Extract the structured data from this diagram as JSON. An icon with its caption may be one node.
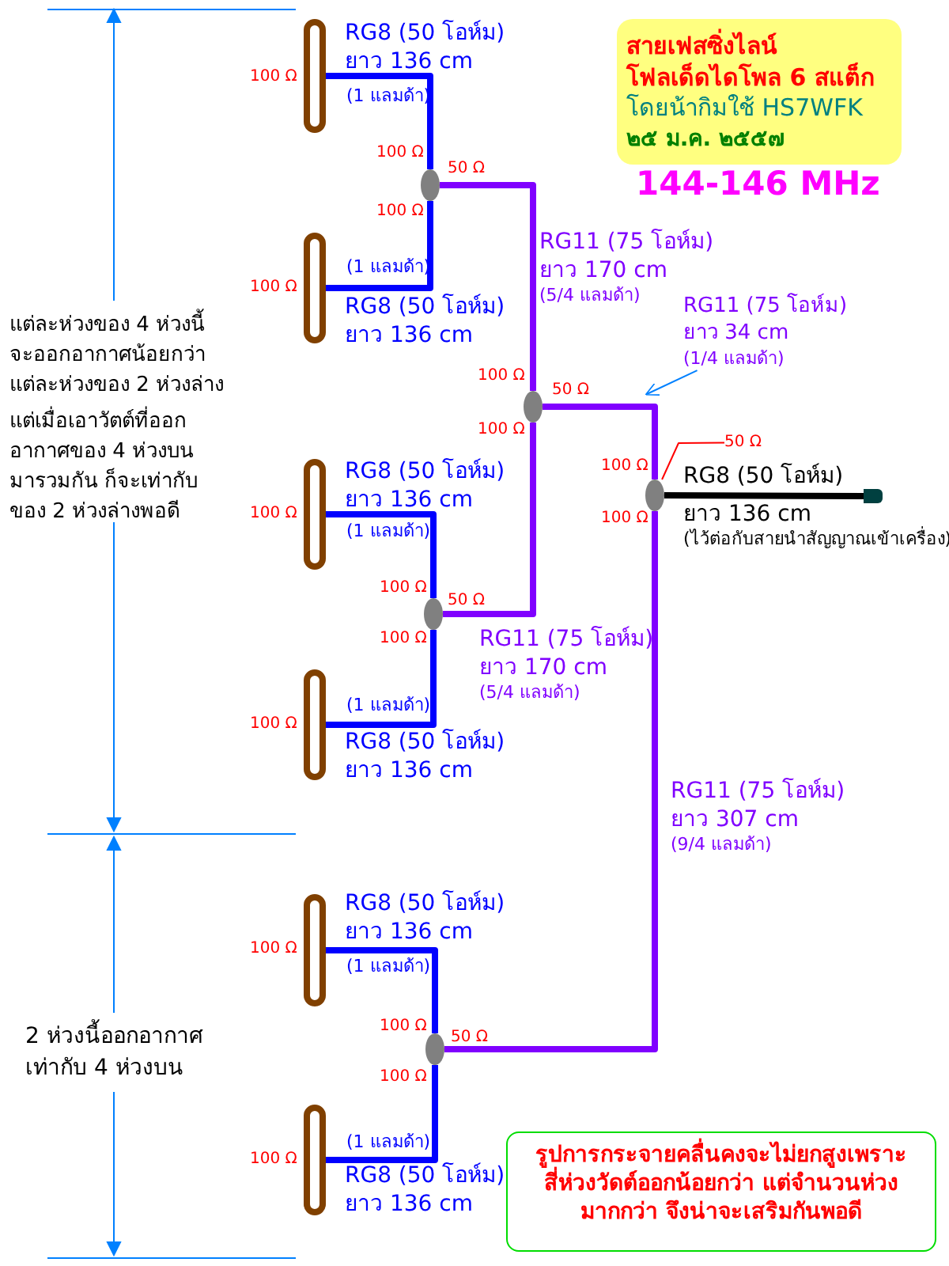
{
  "diagram": {
    "nodes": [
      {
        "text": [
          "สายเฟสซิ่งไลน์ โฟลเด็ดไดโพล 6 สแต็ก",
          "โดยน้ากิมใช้ HS7WFK",
          "๒๕ ม.ค. ๒๕๕๗"
        ]
      },
      {
        "text": [
          "รูปการกระจายคลื่นคงจะไม่ยกสูงเพราะ สี่ห่วงวัดต์ออกน้อยกว่า แต่จำนวนห่วง มากกว่า จึงน่าจะเสริมกันพอดี"
        ]
      },
      {
        "text": [],
        "shape": "bar"
      },
      {
        "text": [],
        "shape": "bar"
      },
      {
        "text": [],
        "shape": "bar"
      },
      {
        "text": [],
        "shape": "bar"
      },
      {
        "text": [],
        "shape": "bar"
      },
      {
        "text": [],
        "shape": "bar"
      },
      {
        "text": [],
        "shape": "circle"
      },
      {
        "text": [],
        "shape": "circle"
      },
      {
        "text": [],
        "shape": "circle"
      },
      {
        "text": [],
        "shape": "circle"
      },
      {
        "text": [],
        "shape": "circle"
      },
      {
        "text": [],
        "shape": "box"
      },
      {
        "text": [
          "RG11 (75 โอห์ม)",
          "ยาว 34 cm",
          "(1/4 แลมด้า)"
        ]
      },
      {
        "text": [
          "50 Ω"
        ]
      }
    ],
    "edges": [
      {
        "from": 2,
        "to": 8,
        "arrow": "none"
      },
      {
        "from": 3,
        "to": 8,
        "arrow": "none"
      },
      {
        "from": 8,
        "to": 9,
        "arrow": "none",
        "color": "#8000ff"
      },
      {
        "from": 4,
        "to": 11,
        "arrow": "none"
      },
      {
        "from": 5,
        "to": 11,
        "arrow": "none"
      },
      {
        "from": 11,
        "to": 9,
        "arrow": "none",
        "color": "#8000ff"
      },
      {
        "from": 9,
        "to": 10,
        "arrow": "none",
        "color": "#8000ff"
      },
      {
        "from": 12,
        "to": 10,
        "arrow": "none",
        "color": "#8000ff"
      },
      {
        "from": 6,
        "to": 12,
        "arrow": "none"
      },
      {
        "from": 7,
        "to": 12,
        "arrow": "none"
      },
      {
        "from": 10,
        "to": 13,
        "arrow": "none",
        "color": "#000000"
      },
      {
        "from": 14,
        "to": null,
        "arrow": "to",
        "color": "#0080ff"
      },
      {
        "from": 15,
        "to": 10,
        "arrow": "none",
        "color": "#ff0000"
      }
    ],
    "labels": [
      "RG8 (50 โอห์ม)",
      "ยาว 136 cm",
      "100 Ω",
      "(1 แลมด้า)",
      "100 Ω",
      "50 Ω",
      "144-146 MHz",
      "100 Ω",
      "RG11 (75 โอห์ม)",
      "ยาว 170 cm",
      "(5/4 แลมด้า)",
      "(1 แลมด้า)",
      "100 Ω",
      "RG8 (50 โอห์ม)",
      "ยาว 136 cm",
      "แต่ละห่วงของ 4 ห่วงนี้ จะออกอากาศน้อยกว่า แต่ละห่วงของ 2 ห่วงล่าง",
      "100 Ω",
      "50 Ω",
      "แต่เมื่อเอาวัตต์ที่ออกอากาศของ 4 ห่วงบน มารวมกัน ก็จะเท่ากับของ 2 ห่วงล่างพอดี",
      "100 Ω",
      "RG8 (50 โอห์ม)",
      "100 Ω",
      "RG8 (50 โอห์ม)",
      "ยาว 136 cm",
      "100 Ω",
      "ยาว 136 cm",
      "100 Ω",
      "(1 แลมด้า)",
      "(ไว้ต่อกับสายนำสัญญาณเข้าเครื่อง)",
      "100 Ω",
      "50 Ω",
      "100 Ω",
      "RG11 (75 โอห์ม)",
      "ยาว 170 cm",
      "(5/4 แลมด้า)",
      "(1 แลมด้า)",
      "100 Ω",
      "RG8 (50 โอห์ม)",
      "ยาว 136 cm",
      "RG11 (75 โอห์ม)",
      "ยาว 307 cm",
      "(9/4 แลมด้า)",
      "RG8 (50 โอห์ม)",
      "ยาว 136 cm",
      "100 Ω",
      "(1 แลมด้า)",
      "2 ห่วงนี้ออกอากาศ เท่ากับ 4 ห่วงบน",
      "100 Ω",
      "50 Ω",
      "100 Ω",
      "(1 แลมด้า)",
      "100 Ω",
      "RG8 (50 โอห์ม)",
      "ยาว 136 cm"
    ]
  }
}
